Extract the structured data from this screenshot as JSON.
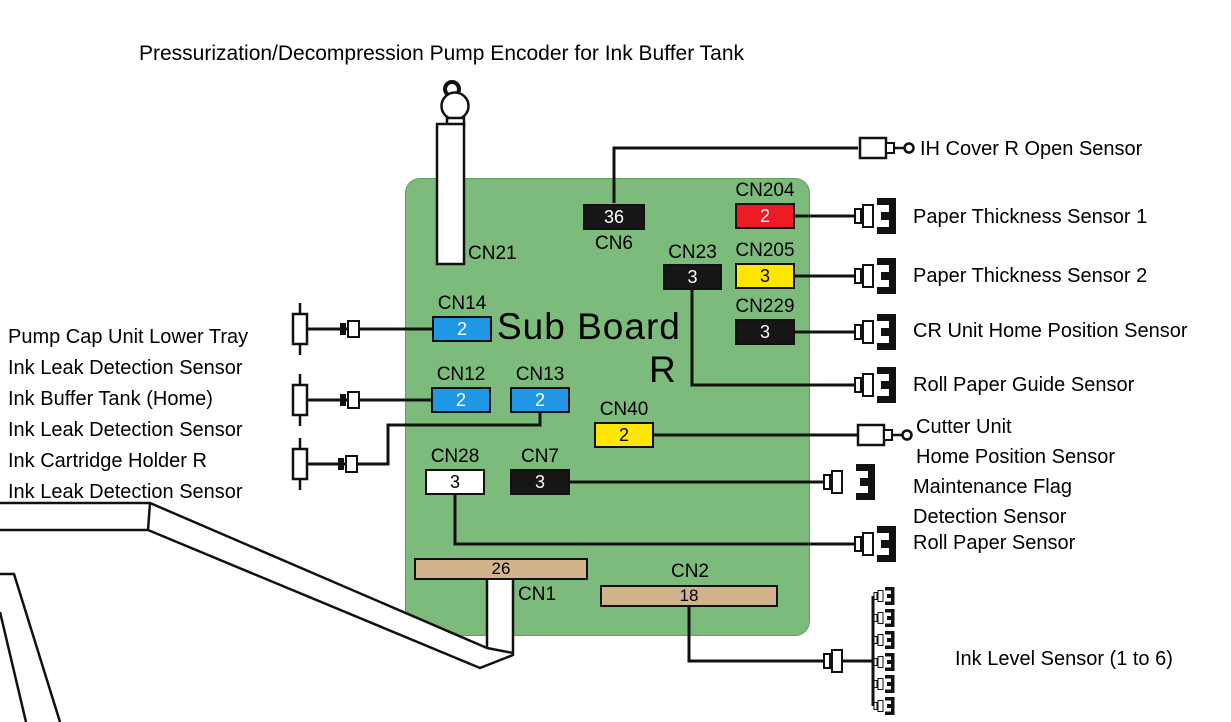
{
  "title": "Pressurization/Decompression Pump Encoder for Ink Buffer Tank",
  "board": {
    "name_line1": "Sub Board",
    "name_line2": "R"
  },
  "connectors": {
    "cn21": {
      "label": "CN21"
    },
    "cn6": {
      "label": "CN6",
      "pins": "36",
      "color": "black"
    },
    "cn204": {
      "label": "CN204",
      "pins": "2",
      "color": "red"
    },
    "cn23": {
      "label": "CN23",
      "pins": "3",
      "color": "black"
    },
    "cn205": {
      "label": "CN205",
      "pins": "3",
      "color": "yellow"
    },
    "cn229": {
      "label": "CN229",
      "pins": "3",
      "color": "black"
    },
    "cn14": {
      "label": "CN14",
      "pins": "2",
      "color": "blue"
    },
    "cn12": {
      "label": "CN12",
      "pins": "2",
      "color": "blue"
    },
    "cn13": {
      "label": "CN13",
      "pins": "2",
      "color": "blue"
    },
    "cn40": {
      "label": "CN40",
      "pins": "2",
      "color": "yellow"
    },
    "cn28": {
      "label": "CN28",
      "pins": "3",
      "color": "white"
    },
    "cn7": {
      "label": "CN7",
      "pins": "3",
      "color": "black"
    },
    "cn1": {
      "label": "CN1",
      "pins": "26",
      "color": "tan"
    },
    "cn2": {
      "label": "CN2",
      "pins": "18",
      "color": "tan"
    }
  },
  "left_sensors": [
    {
      "line1": "Pump Cap Unit Lower Tray",
      "line2": "Ink Leak Detection Sensor"
    },
    {
      "line1": "Ink Buffer Tank (Home)",
      "line2": "Ink Leak Detection Sensor"
    },
    {
      "line1": "Ink Cartridge Holder R",
      "line2": "Ink Leak Detection Sensor"
    }
  ],
  "right_sensors": {
    "ih_cover": "IH Cover R Open Sensor",
    "paper_thickness_1": "Paper Thickness Sensor 1",
    "paper_thickness_2": "Paper Thickness Sensor 2",
    "cr_home": "CR Unit Home Position Sensor",
    "roll_paper_guide": "Roll Paper Guide Sensor",
    "cutter_line1": "Cutter Unit",
    "cutter_line2": "Home Position Sensor",
    "maintenance_line1": "Maintenance Flag",
    "maintenance_line2": "Detection Sensor",
    "roll_paper": "Roll Paper Sensor",
    "ink_level": "Ink Level Sensor (1 to 6)"
  },
  "icons": {
    "encoder": "pump-encoder-icon",
    "photo_sensor": "photo-interrupter-icon",
    "leak_sensor": "ink-leak-electrode-icon",
    "plug_circle": "plug-with-switch-icon",
    "ribbon_cable": "flat-ribbon-cable"
  },
  "colors": {
    "board_green": "#7CBB7B",
    "connector_blue": "#2097E4",
    "connector_red": "#EC1B24",
    "connector_yellow": "#FFE600",
    "connector_black": "#161616",
    "connector_tan": "#D2B48C",
    "wire": "#111111"
  }
}
